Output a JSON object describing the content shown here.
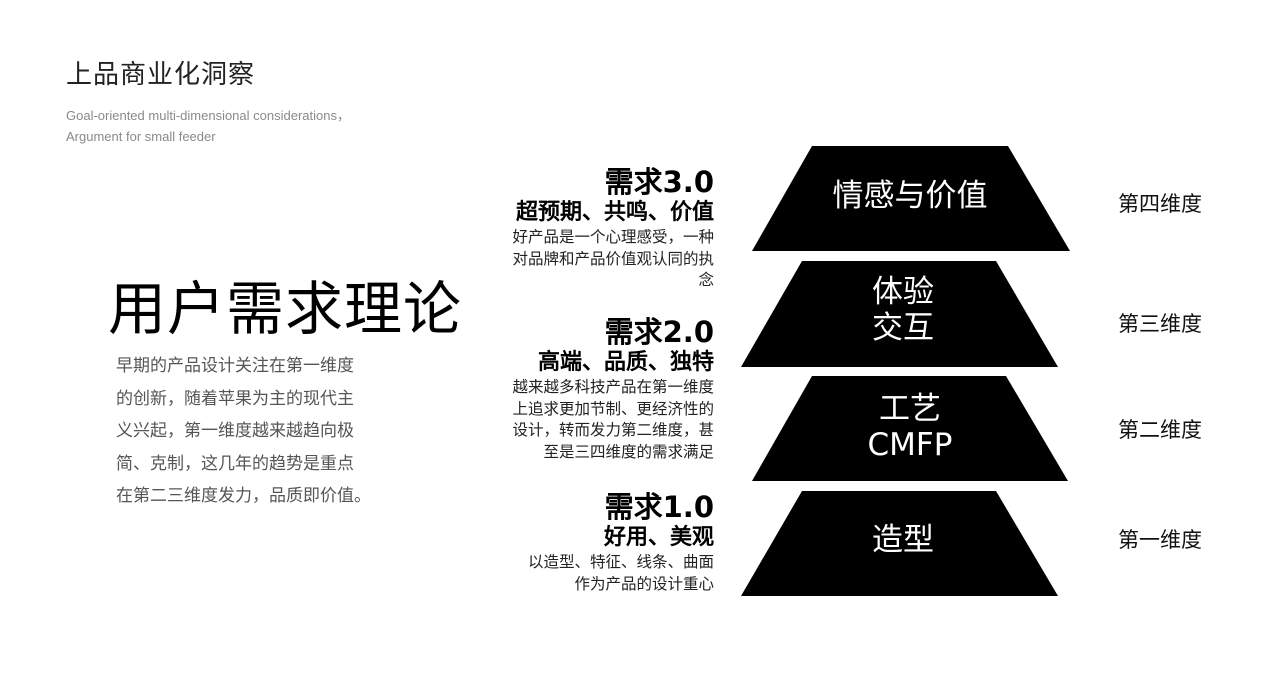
{
  "header": {
    "title": "上品商业化洞察",
    "subtitle_line1": "Goal-oriented multi-dimensional considerations，",
    "subtitle_line2": "Argument for small feeder"
  },
  "main": {
    "title": "用户需求理论",
    "intro_lines": [
      "早期的产品设计关注在第一维度",
      "的创新，随着苹果为主的现代主",
      "义兴起，第一维度越来越趋向极",
      "简、克制，这几年的趋势是重点",
      "在第二三维度发力，品质即价值。"
    ]
  },
  "requirements": [
    {
      "title": "需求3.0",
      "subtitle": "超预期、共鸣、价值",
      "desc_lines": [
        "好产品是一个心理感受，一种",
        "对品牌和产品价值观认同的执",
        "念"
      ]
    },
    {
      "title": "需求2.0",
      "subtitle": "高端、品质、独特",
      "desc_lines": [
        "越来越多科技产品在第一维度",
        "上追求更加节制、更经济性的",
        "设计，转而发力第二维度，甚",
        "至是三四维度的需求满足"
      ]
    },
    {
      "title": "需求1.0",
      "subtitle": "好用、美观",
      "desc_lines": [
        "以造型、特征、线条、曲面",
        "作为产品的设计重心"
      ]
    }
  ],
  "pyramid": {
    "fill_color": "#000000",
    "text_color": "#ffffff",
    "tiers": [
      {
        "lines": [
          "情感与价值"
        ]
      },
      {
        "lines": [
          "体验",
          "交互"
        ]
      },
      {
        "lines": [
          "工艺",
          "CMFP"
        ]
      },
      {
        "lines": [
          "造型"
        ]
      }
    ]
  },
  "dimensions": [
    "第四维度",
    "第三维度",
    "第二维度",
    "第一维度"
  ]
}
